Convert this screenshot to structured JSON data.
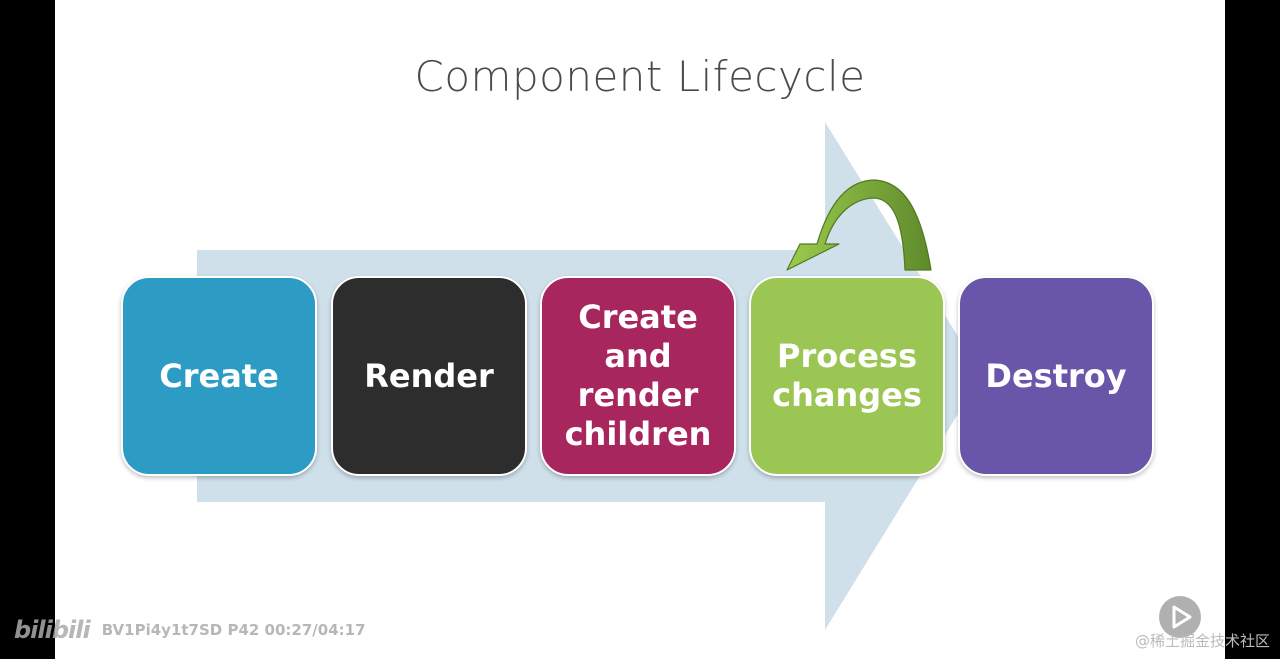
{
  "slide": {
    "title": "Component Lifecycle"
  },
  "stages": [
    {
      "label": "Create",
      "color": "#2d9cc4"
    },
    {
      "label": "Render",
      "color": "#2d2d2d"
    },
    {
      "label": "Create\nand\nrender\nchildren",
      "color": "#a8265e"
    },
    {
      "label": "Process\nchanges",
      "color": "#9cc653"
    },
    {
      "label": "Destroy",
      "color": "#6a56a8"
    }
  ],
  "colors": {
    "background_arrow": "#cfe0eb",
    "loop_arrow": "#7fa33c"
  },
  "icons": [
    "loop-arrow-icon",
    "play-icon"
  ],
  "overlay": {
    "logo": "bilibili",
    "video_info": "BV1Pi4y1t7SD P42 00:27/04:17",
    "credit": "@稀土掘金技术社区"
  }
}
